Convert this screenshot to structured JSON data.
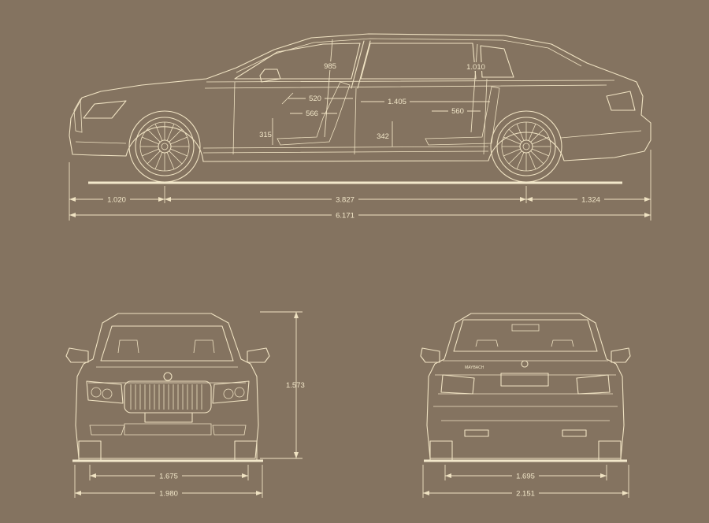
{
  "colors": {
    "background": "#847360",
    "linework": "#efe2c2",
    "labels": "#f1e6c8"
  },
  "side_view": {
    "dimensions": {
      "front_overhang": "1.020",
      "wheelbase": "3.827",
      "rear_overhang": "1.324",
      "overall_length": "6.171",
      "front_headroom": "985",
      "rear_headroom": "1.010",
      "front_seat_depth": "520",
      "front_cushion": "566",
      "rear_legroom": "1.405",
      "rear_cushion": "560",
      "front_seat_height": "315",
      "rear_seat_height": "342"
    }
  },
  "front_view": {
    "dimensions": {
      "front_track": "1.675",
      "overall_width": "1.980",
      "overall_height": "1.573"
    }
  },
  "rear_view": {
    "dimensions": {
      "rear_track": "1.695",
      "width_incl_mirrors": "2.151"
    },
    "badge_text": "MAYBACH"
  }
}
